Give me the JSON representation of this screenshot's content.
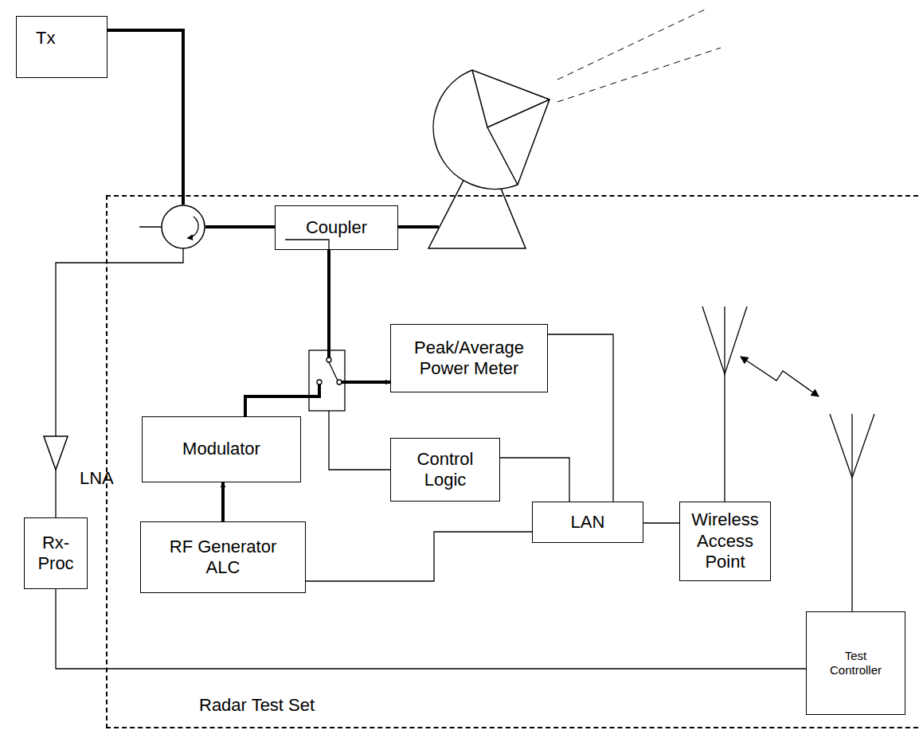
{
  "diagram": {
    "nodes": [
      {
        "text": [
          "Tx"
        ]
      },
      {
        "text": [
          "Coupler"
        ]
      },
      {
        "text": [
          "Radar Test Set"
        ]
      },
      {
        "text": [
          "Peak/Average Power Meter"
        ],
        "in": 2
      },
      {
        "text": [
          "Modulator"
        ],
        "in": 2
      },
      {
        "text": [
          "Control Logic"
        ],
        "in": 2
      },
      {
        "text": [
          "LAN"
        ],
        "in": 2
      },
      {
        "text": [
          "Wireless Access Point"
        ],
        "in": 2
      },
      {
        "text": [
          "RF Generator ALC"
        ],
        "in": 2
      },
      {
        "text": [
          "Rx-Proc"
        ]
      },
      {
        "text": [
          "Test Controller"
        ],
        "in": 2
      }
    ],
    "edges": [
      {
        "from": 0,
        "to": 1,
        "arrow": "none"
      },
      {
        "from": 1,
        "to": 3,
        "arrow": "to"
      },
      {
        "from": 4,
        "to": 1,
        "arrow": "none"
      },
      {
        "from": 8,
        "to": 4,
        "arrow": "to"
      },
      {
        "from": 5,
        "to": 6,
        "arrow": "none"
      },
      {
        "from": 3,
        "to": 6,
        "arrow": "none"
      },
      {
        "from": 8,
        "to": 6,
        "arrow": "none"
      },
      {
        "from": 6,
        "to": 7,
        "arrow": "none"
      },
      {
        "from": 9,
        "to": 10,
        "arrow": "none"
      }
    ],
    "labels": [
      "LNA"
    ]
  }
}
